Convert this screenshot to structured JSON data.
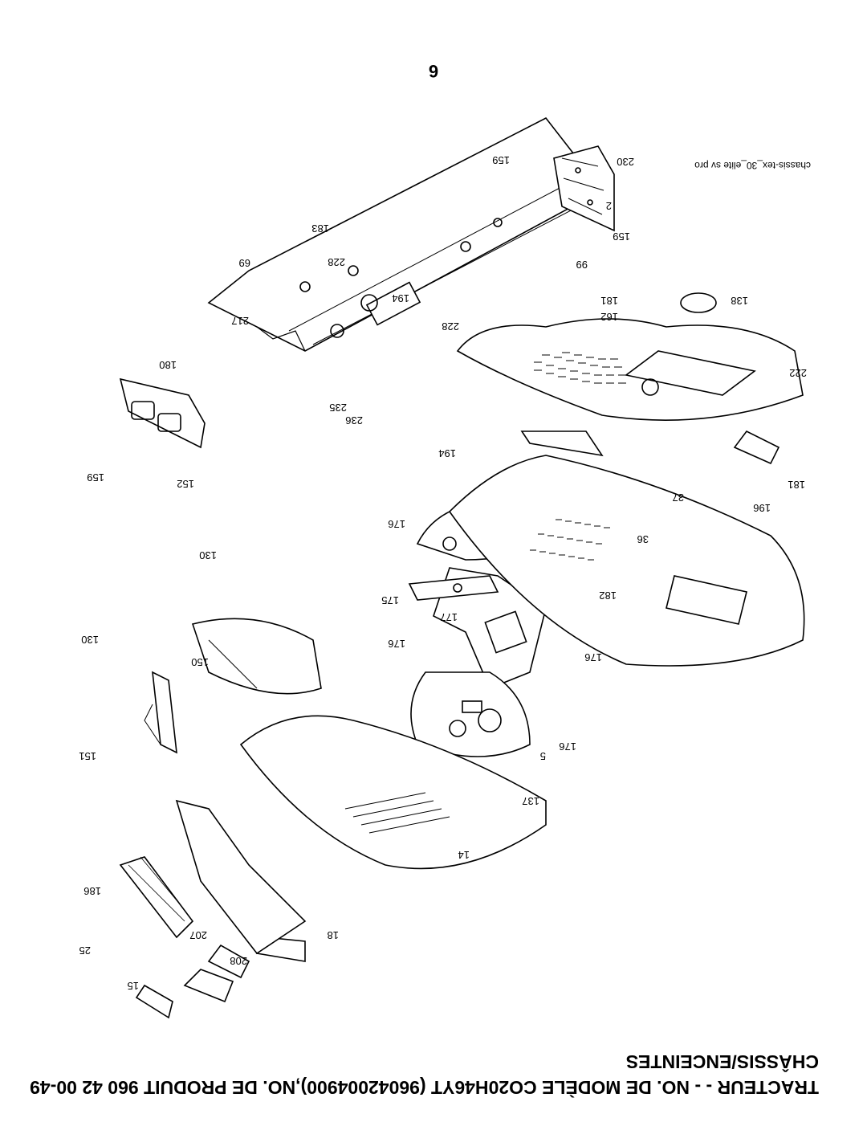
{
  "page_number": "6",
  "title_line1": "TRACTEUR - - NO. DE MODÈLE CO20H46YT (96042004900),NO. DE PRODUIT 960 42 00-49",
  "title_line2": "CHÂSSIS/ENCEINTES",
  "file_name": "chassis-tex_30_elite sv pro",
  "refs": [
    {
      "id": "r230",
      "text": "230"
    },
    {
      "id": "r159a",
      "text": "159"
    },
    {
      "id": "r2",
      "text": "2"
    },
    {
      "id": "r159b",
      "text": "159"
    },
    {
      "id": "r183",
      "text": "183"
    },
    {
      "id": "r69",
      "text": "69"
    },
    {
      "id": "r228a",
      "text": "228"
    },
    {
      "id": "r99",
      "text": "99"
    },
    {
      "id": "r138",
      "text": "138"
    },
    {
      "id": "r181a",
      "text": "181"
    },
    {
      "id": "r162",
      "text": "162"
    },
    {
      "id": "r194a",
      "text": "194"
    },
    {
      "id": "r217",
      "text": "217"
    },
    {
      "id": "r228b",
      "text": "228"
    },
    {
      "id": "r180",
      "text": "180"
    },
    {
      "id": "r222",
      "text": "222"
    },
    {
      "id": "r235",
      "text": "235"
    },
    {
      "id": "r236",
      "text": "236"
    },
    {
      "id": "r194b",
      "text": "194"
    },
    {
      "id": "r159c",
      "text": "159"
    },
    {
      "id": "r152",
      "text": "152"
    },
    {
      "id": "r181b",
      "text": "181"
    },
    {
      "id": "r37",
      "text": "37"
    },
    {
      "id": "r196",
      "text": "196"
    },
    {
      "id": "r176a",
      "text": "176"
    },
    {
      "id": "r36",
      "text": "36"
    },
    {
      "id": "r130a",
      "text": "130"
    },
    {
      "id": "r175",
      "text": "175"
    },
    {
      "id": "r182",
      "text": "182"
    },
    {
      "id": "r177",
      "text": "177"
    },
    {
      "id": "r130b",
      "text": "130"
    },
    {
      "id": "r150",
      "text": "150"
    },
    {
      "id": "r176b",
      "text": "176"
    },
    {
      "id": "r176c",
      "text": "176"
    },
    {
      "id": "r176d",
      "text": "176"
    },
    {
      "id": "r151",
      "text": "151"
    },
    {
      "id": "r5",
      "text": "5"
    },
    {
      "id": "r137",
      "text": "137"
    },
    {
      "id": "r14",
      "text": "14"
    },
    {
      "id": "r186",
      "text": "186"
    },
    {
      "id": "r207",
      "text": "207"
    },
    {
      "id": "r25",
      "text": "25"
    },
    {
      "id": "r18",
      "text": "18"
    },
    {
      "id": "r208",
      "text": "208"
    },
    {
      "id": "r15",
      "text": "15"
    }
  ]
}
